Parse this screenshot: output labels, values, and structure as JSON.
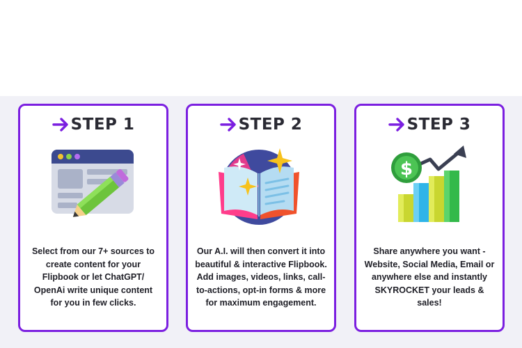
{
  "steps": [
    {
      "title": "STEP 1",
      "description": "Select from our 7+ sources to create content for your Flipbook or let ChatGPT/ OpenAi write unique content for you in few clicks.",
      "icon": "browser-pencil-icon"
    },
    {
      "title": "STEP 2",
      "description": "Our A.I. will then convert it into beautiful & interactive Flipbook. Add images, videos, links, call-to-actions, opt-in forms & more for maximum engagement.",
      "icon": "magic-book-icon"
    },
    {
      "title": "STEP 3",
      "description": "Share anywhere you want - Website, Social Media, Email or anywhere else and instantly SKYROCKET your leads & sales!",
      "icon": "growth-chart-icon"
    }
  ],
  "colors": {
    "accent": "#7b1fe0",
    "title_text": "#2a2a33",
    "body_text": "#1e1e26",
    "band_bg": "#f1f1f7"
  }
}
